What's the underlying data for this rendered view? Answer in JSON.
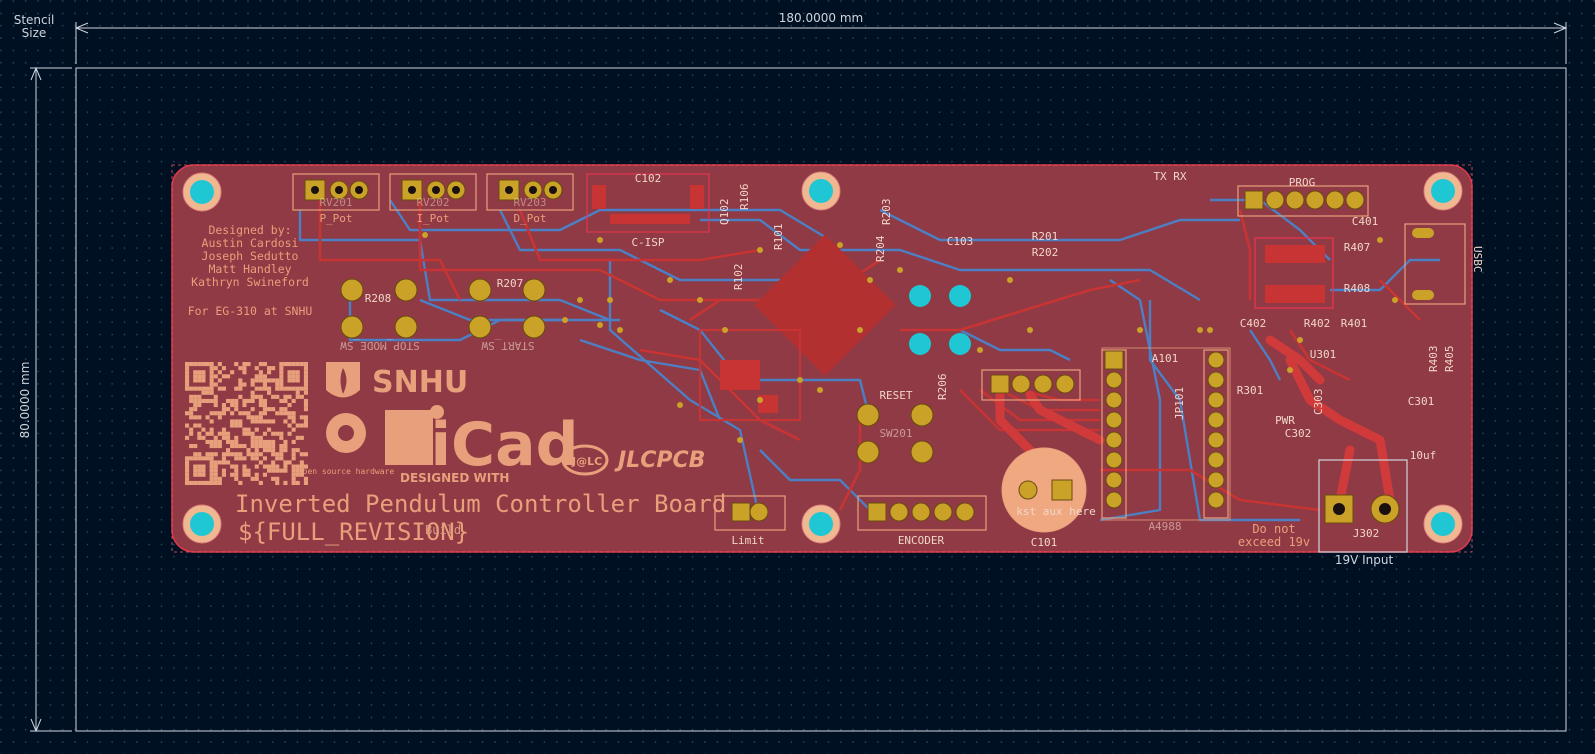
{
  "canvas": {
    "stencil_label_1": "Stencil",
    "stencil_label_2": "Size",
    "width_dim": "180.0000 mm",
    "height_dim": "80.0000 mm"
  },
  "colors": {
    "background": "#001023",
    "board": "#8f3a44",
    "copper_front": "#c83434",
    "copper_back": "#4d7fc4",
    "silk": "#e8a07c",
    "pad": "#c9a227",
    "mount_hole": "#1fc7d4"
  },
  "board": {
    "credits": [
      "Designed by:",
      "Austin Cardosi",
      "Joseph Sedutto",
      "Matt Handley",
      "Kathryn Swineford"
    ],
    "course": "For EG-310 at SNHU",
    "title": "Inverted Pendulum Controller Board",
    "revision": "${FULL_REVISION}",
    "logo_snhu": "SNHU",
    "logo_kicad": "KiCad",
    "logo_kicad_sub": "DESIGNED WITH",
    "logo_jlc": "JLCPCB",
    "logo_jlc_mark": "J@LC",
    "logo_osh": "open source\nhardware",
    "warning_1": "Do not",
    "warning_2": "exceed 19v",
    "cap_note": "kst aux here"
  },
  "labels": {
    "p_pot": "P_Pot",
    "i_pot": "I_Pot",
    "d_pot": "D_Pot",
    "rv201": "RV201",
    "rv202": "RV202",
    "rv203": "RV203",
    "c102": "C102",
    "cisp": "C-ISP",
    "q102": "Q102",
    "r106": "R106",
    "r102": "R102",
    "r101": "R101",
    "r203": "R203",
    "r204": "R204",
    "r201": "R201",
    "r202": "R202",
    "c103": "C103",
    "tx_rx": "TX RX",
    "prog": "PROG",
    "c401": "C401",
    "r407": "R407",
    "r408": "R408",
    "usbc": "USBC",
    "c402": "C402",
    "r402": "R402",
    "r401": "R401",
    "r403": "R403",
    "r405": "R405",
    "u301": "U301",
    "r301": "R301",
    "pwr": "PWR",
    "c302": "C302",
    "c303": "C303",
    "c301": "C301",
    "cap_val": "10uf",
    "r208": "R208",
    "r207": "R207",
    "stop_sw": "STOP_MODE_SW",
    "start_sw": "START_SW",
    "reset": "RESET",
    "sw201": "SW201",
    "r206": "R206",
    "a101": "A101",
    "jp101": "JP101",
    "a4988": "A4988",
    "c101": "C101",
    "j302": "J302",
    "input_19v": "19V Input",
    "limit": "Limit",
    "encoder": "ENCODER",
    "build": "Build"
  }
}
